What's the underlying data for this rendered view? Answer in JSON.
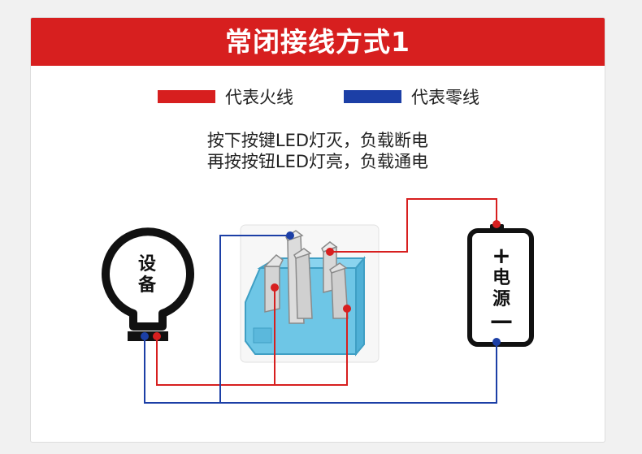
{
  "header": {
    "title": "常闭接线方式1"
  },
  "legend": {
    "live": {
      "label": "代表火线",
      "color": "#d71f1f"
    },
    "neutral": {
      "label": "代表零线",
      "color": "#1c3fa6"
    }
  },
  "description": {
    "line1": "按下按键LED灯灭，负载断电",
    "line2": "再按按钮LED灯亮，负载通电"
  },
  "device": {
    "char1": "设",
    "char2": "备"
  },
  "power": {
    "plus": "+",
    "char1": "电",
    "char2": "源",
    "minus": "—"
  },
  "colors": {
    "accent": "#d71f1f",
    "live_wire": "#d71f1f",
    "neutral_wire": "#1c3fa6",
    "switch_body": "#6ec6e6",
    "terminal": "#c8c8c8"
  }
}
